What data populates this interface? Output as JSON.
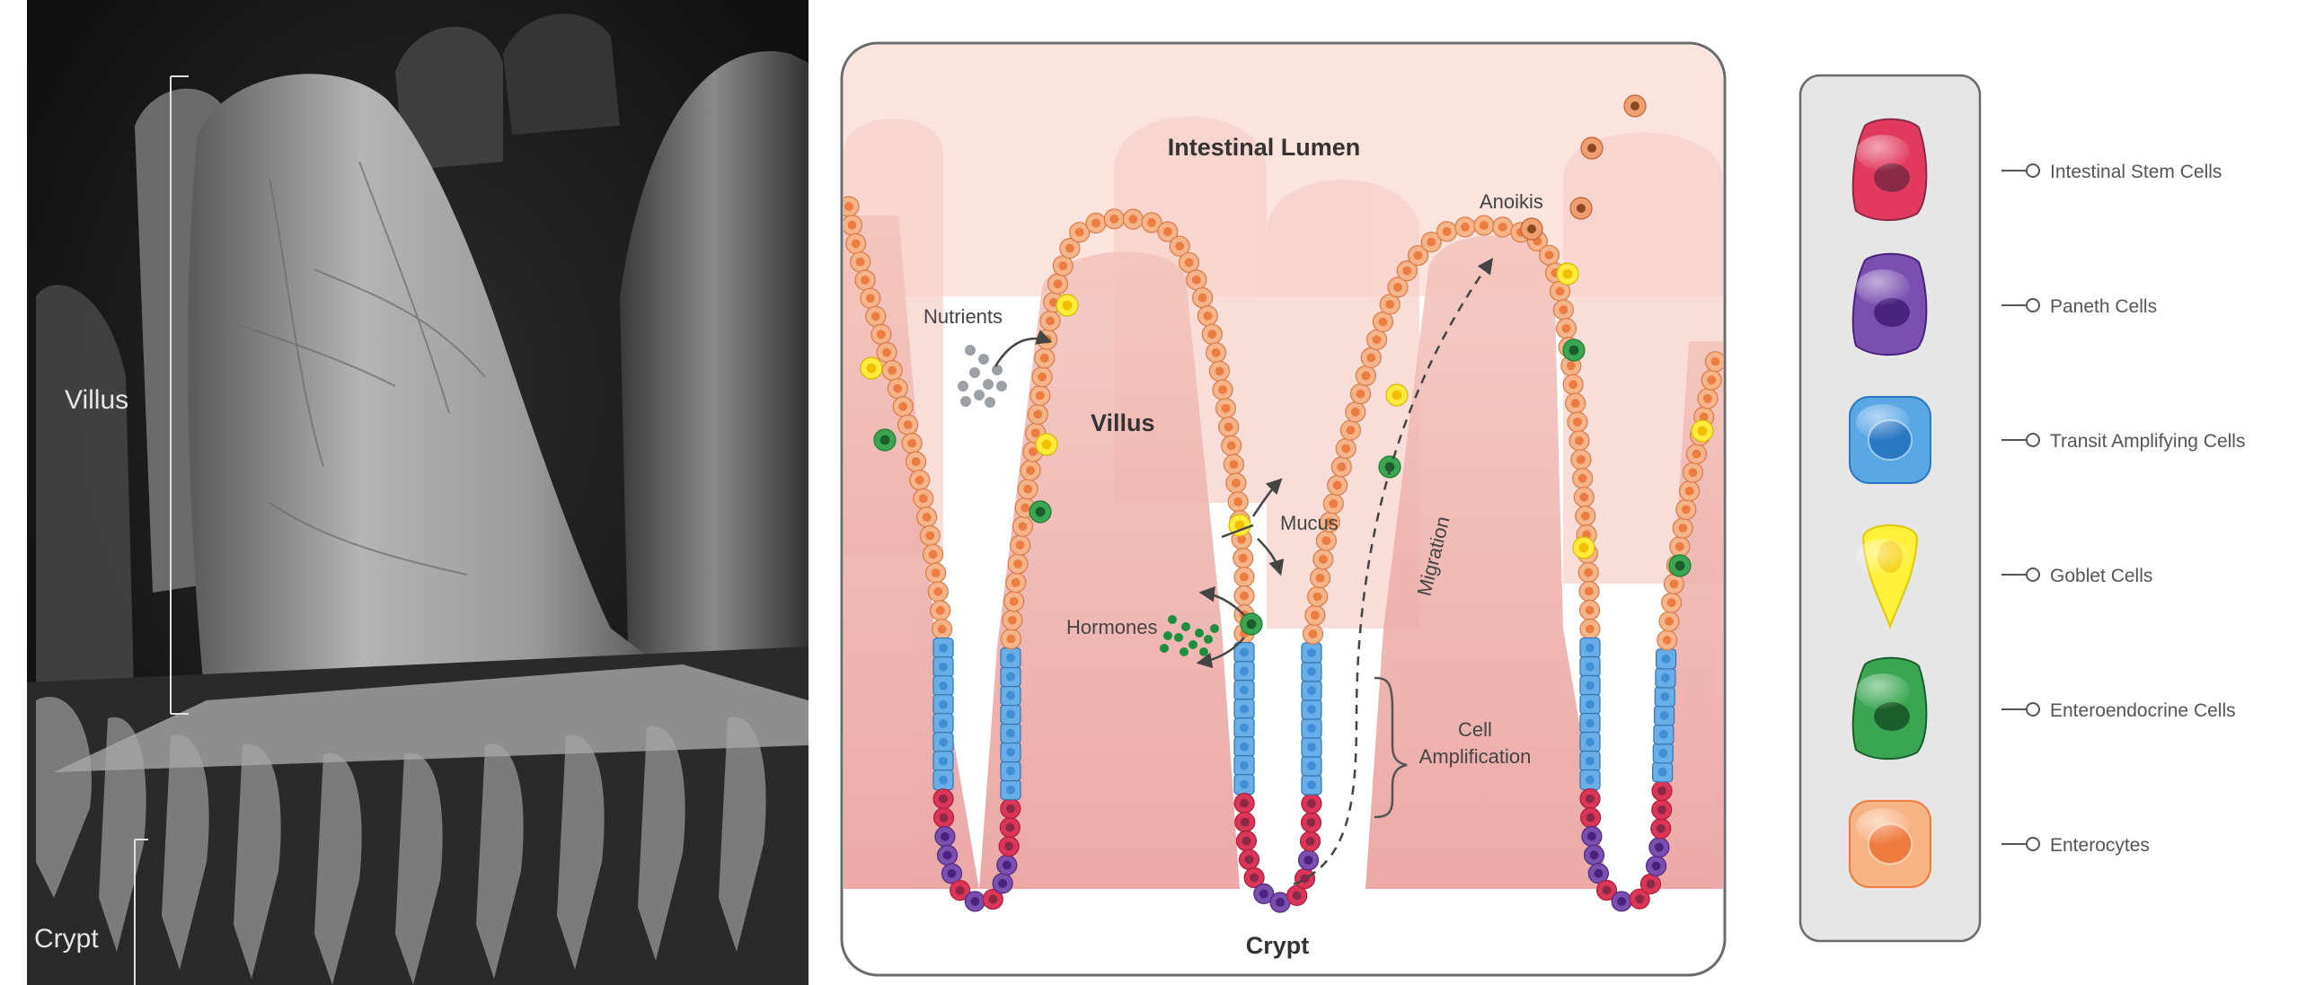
{
  "micrograph": {
    "villus_label": "Villus",
    "crypt_label": "Crypt"
  },
  "diagram": {
    "lumen_label": "Intestinal Lumen",
    "villus_label": "Villus",
    "crypt_label": "Crypt",
    "nutrients_label": "Nutrients",
    "mucus_label": "Mucus",
    "hormones_label": "Hormones",
    "anoikis_label": "Anoikis",
    "migration_label": "Migration",
    "amplification_line1": "Cell",
    "amplification_line2": "Amplification"
  },
  "legend": {
    "items": [
      {
        "label": "Intestinal Stem Cells",
        "icon": "stem-cell-icon",
        "fill": "#e23a5e",
        "nucleus": "#8a2a48"
      },
      {
        "label": "Paneth Cells",
        "icon": "paneth-cell-icon",
        "fill": "#7a4fb0",
        "nucleus": "#4a237e"
      },
      {
        "label": "Transit Amplifying Cells",
        "icon": "transit-amplifying-cell-icon",
        "fill": "#5aa7e6",
        "nucleus": "#2a78c2"
      },
      {
        "label": "Goblet Cells",
        "icon": "goblet-cell-icon",
        "fill": "#fff13a",
        "nucleus": "#f5c800"
      },
      {
        "label": "Enteroendocrine Cells",
        "icon": "enteroendocrine-cell-icon",
        "fill": "#3aa652",
        "nucleus": "#1b5e2c"
      },
      {
        "label": "Enterocytes",
        "icon": "enterocyte-icon",
        "fill": "#f7b384",
        "nucleus": "#ee7a3d"
      }
    ]
  },
  "colors": {
    "enterocyte": "#f6b48a",
    "enterocyte_nucleus": "#ec7d40",
    "transit": "#6aaee8",
    "stem": "#dc3558",
    "paneth": "#7a4fb0",
    "goblet": "#ffeb3b",
    "enteroendocrine": "#3aa652",
    "lumen_bg": "#fbe6e1",
    "lamina": "#f0b6b0"
  }
}
